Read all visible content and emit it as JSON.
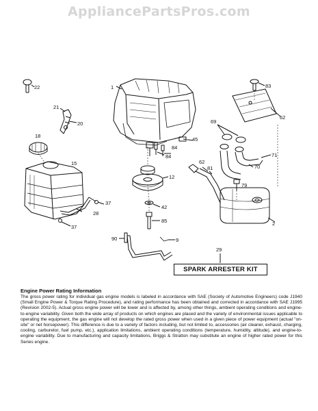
{
  "watermark": "AppliancePartsPros.com",
  "callouts": {
    "c1": "1",
    "c2": "2",
    "c9": "9",
    "c12": "12",
    "c15": "15",
    "c18": "18",
    "c20": "20",
    "c21": "21",
    "c22": "22",
    "c28": "28",
    "c29": "29",
    "c37a": "37",
    "c37b": "37",
    "c42": "42",
    "c45": "45",
    "c62a": "62",
    "c62b": "62",
    "c69": "69",
    "c70": "70",
    "c71": "71",
    "c79": "79",
    "c81": "81",
    "c83": "83",
    "c84a": "84",
    "c84b": "84",
    "c85": "85",
    "c90": "90"
  },
  "kit_label": "SPARK ARRESTER KIT",
  "info": {
    "title": "Engine Power Rating Information",
    "body": "The gross power rating for individual gas engine models is labeled in accordance with SAE (Society of Automotive Engineers) code J1940 (Small Engine Power & Torque Rating Procedure), and rating performance has been obtained and corrected in accordance with SAE J1995 (Revision 2002-5). Actual gross engine power will be lower and is affected by, among other things, ambient operating conditions and engine-to-engine variability. Given both the wide array of products on which engines are placed and the variety of environmental issues applicable to operating the equipment, the gas engine will not develop the rated gross power when used in a given piece of power equipment (actual \"on-site\" or net horsepower). This difference is due to a variety of factors including, but not limited to, accessories (air cleaner, exhaust, charging, cooling, carburetor, fuel pump, etc.), application limitations, ambient operating conditions (temperature, humidity, altitude), and engine-to-engine variability. Due to manufacturing and capacity limitations, Briggs & Stratton may substitute an engine of higher rated power for this Series engine."
  }
}
